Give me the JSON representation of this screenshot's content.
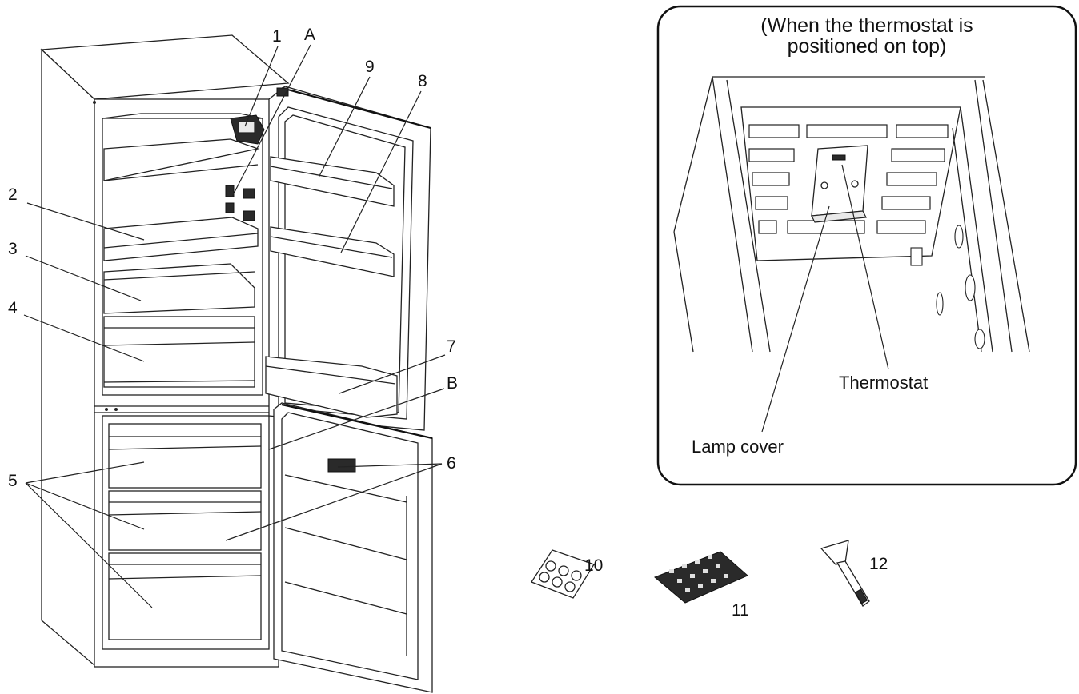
{
  "callouts": {
    "c1": "1",
    "cA": "A",
    "c9": "9",
    "c8": "8",
    "c2": "2",
    "c3": "3",
    "c4": "4",
    "c7": "7",
    "cB": "B",
    "c5": "5",
    "c6": "6",
    "c10": "10",
    "c11": "11",
    "c12": "12"
  },
  "inset": {
    "title_line1": "(When the thermostat is",
    "title_line2": "positioned on top)",
    "thermostat_label": "Thermostat",
    "lamp_cover_label": "Lamp cover"
  }
}
